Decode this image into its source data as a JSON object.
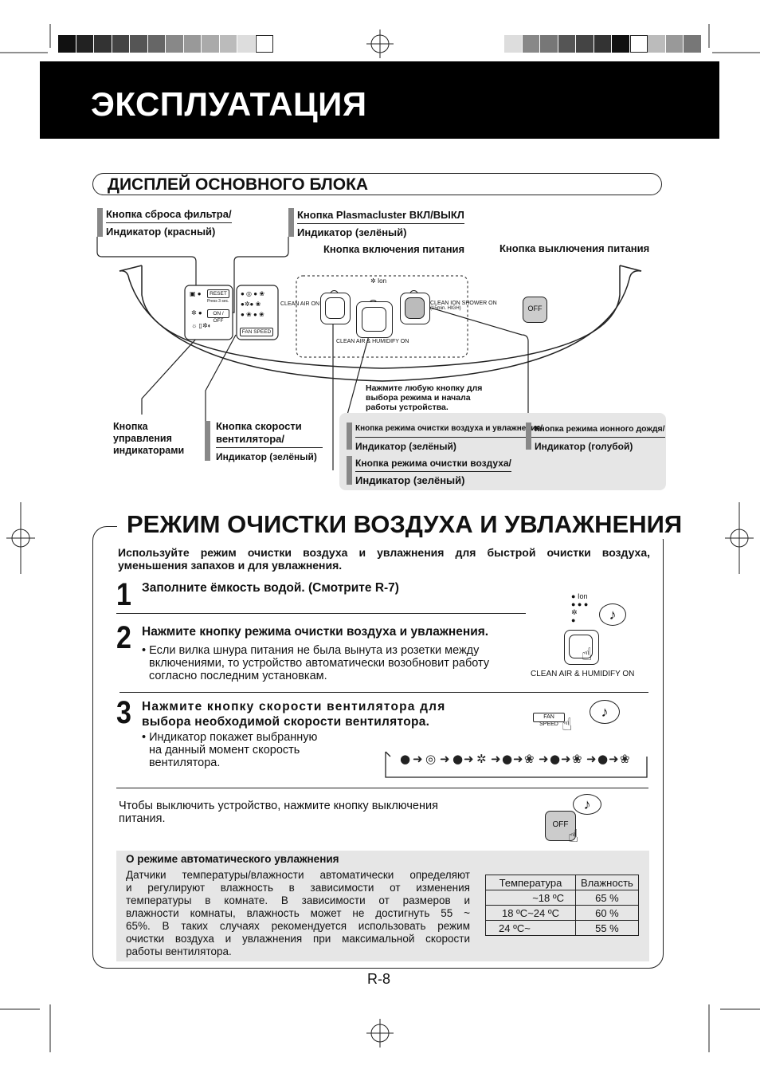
{
  "header": {
    "title": "ЭКСПЛУАТАЦИЯ"
  },
  "display_section": {
    "title": "ДИСПЛЕЙ ОСНОВНОГО БЛОКА",
    "labels": {
      "filter_reset_1": "Кнопка сброса фильтра/",
      "filter_reset_2": "Индикатор (красный)",
      "plasmacluster_1": "Кнопка Plasmacluster ВКЛ/ВЫКЛ",
      "plasmacluster_2": "Индикатор (зелёный)",
      "power_on": "Кнопка включения питания",
      "power_off": "Кнопка выключения питания",
      "indicator_ctrl_1": "Кнопка",
      "indicator_ctrl_2": "управления",
      "indicator_ctrl_3": "индикаторами",
      "fan_speed_1": "Кнопка скорости",
      "fan_speed_2": "вентилятора/",
      "fan_speed_3": "Индикатор (зелёный)",
      "press_any_1": "Нажмите любую кнопку для",
      "press_any_2": "выбора режима и начала",
      "press_any_3": "работы устройства.",
      "clean_humid_1": "Кнопка режима очистки воздуха и увлажнения/",
      "clean_humid_2": "Индикатор (зелёный)",
      "ion_rain_1": "Кнопка режима ионного дождя/",
      "ion_rain_2": "Индикатор (голубой)",
      "clean_air_1": "Кнопка режима очистки воздуха/",
      "clean_air_2": "Индикатор (зелёный)"
    },
    "panel": {
      "reset": "RESET",
      "press3": "Press 3 sec.",
      "onoff": "ON / OFF",
      "fanspeed": "FAN SPEED",
      "clean_air_on": "CLEAN AIR ON",
      "clean_humid_on": "CLEAN AIR & HUMIDIFY ON",
      "clean_ion_1": "CLEAN ION SHOWER ON",
      "clean_ion_2": "(15min. HIGH)",
      "ion": "Ion",
      "off": "OFF"
    }
  },
  "mode_section": {
    "title": "РЕЖИМ ОЧИСТКИ ВОЗДУХА И УВЛАЖНЕНИЯ",
    "intro_1": "Используйте режим очистки воздуха и увлажнения для быстрой очистки воздуха,",
    "intro_2": "уменьшения запахов и для увлажнения.",
    "step1": {
      "num": "1",
      "text": "Заполните ёмкость водой. (Смотрите R-7)"
    },
    "step2": {
      "num": "2",
      "text": "Нажмите кнопку режима очистки воздуха и увлажнения.",
      "note_1": "• Если вилка шнура питания не была вынута из розетки между",
      "note_2": "включениями, то устройство автоматически возобновит работу",
      "note_3": "согласно последним установкам.",
      "caption": "CLEAN AIR & HUMIDIFY ON"
    },
    "step3": {
      "num": "3",
      "text_1": "Нажмите кнопку скорости вентилятора для",
      "text_2": "выбора необходимой скорости вентилятора.",
      "note_1": "• Индикатор покажет выбранную",
      "note_2": "на данный момент скорость",
      "note_3": "вентилятора.",
      "fan_label": "FAN SPEED"
    },
    "power_off_1": "Чтобы выключить устройство, нажмите кнопку выключения",
    "power_off_2": "питания.",
    "off_label": "OFF",
    "auto": {
      "title": "О режиме автоматического увлажнения",
      "lines": [
        "Датчики температуры/влажности автоматически определяют",
        "и регулируют влажность в зависимости от изменения",
        "температуры в комнате. В зависимости от размеров и",
        "влажности комнаты, влажность может не достигнуть 55 ~",
        "65%. В таких случаях рекомендуется использовать режим",
        "очистки воздуха и увлажнения при максимальной скорости",
        "работы вентилятора."
      ],
      "table": {
        "headers": [
          "Температура",
          "Влажность"
        ],
        "rows": [
          [
            "~18 ºC",
            "65 %"
          ],
          [
            "18 ºC~24 ºC",
            "60 %"
          ],
          [
            "24 ºC~",
            "55 %"
          ]
        ]
      }
    }
  },
  "page_number": "R-8",
  "colors": {
    "header_bg": "#000000",
    "gray_box": "#e6e6e6",
    "tag_gray": "#888888"
  }
}
